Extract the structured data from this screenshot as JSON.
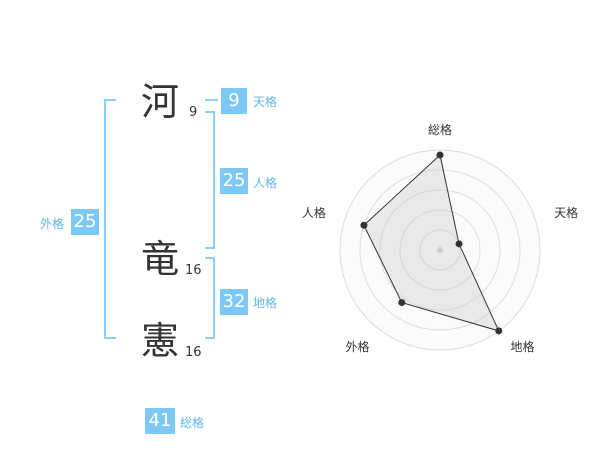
{
  "name": {
    "chars": [
      {
        "char": "河",
        "strokes": "9"
      },
      {
        "char": "竜",
        "strokes": "16"
      },
      {
        "char": "憲",
        "strokes": "16"
      }
    ]
  },
  "fortunes": {
    "tenkaku": {
      "value": "9",
      "label": "天格"
    },
    "jinkaku": {
      "value": "25",
      "label": "人格"
    },
    "chikaku": {
      "value": "32",
      "label": "地格"
    },
    "gaikaku": {
      "value": "25",
      "label": "外格"
    },
    "soukaku": {
      "value": "41",
      "label": "総格"
    }
  },
  "colors": {
    "badge": "#7ec8f5",
    "label": "#5bb7ee",
    "bracket": "#8ecff5",
    "kanji": "#333333"
  },
  "chart_data": {
    "type": "radar",
    "axes": [
      "総格",
      "天格",
      "地格",
      "外格",
      "人格"
    ],
    "values": [
      0.95,
      0.2,
      1.0,
      0.65,
      0.8
    ],
    "rings": 5,
    "grid": true
  }
}
